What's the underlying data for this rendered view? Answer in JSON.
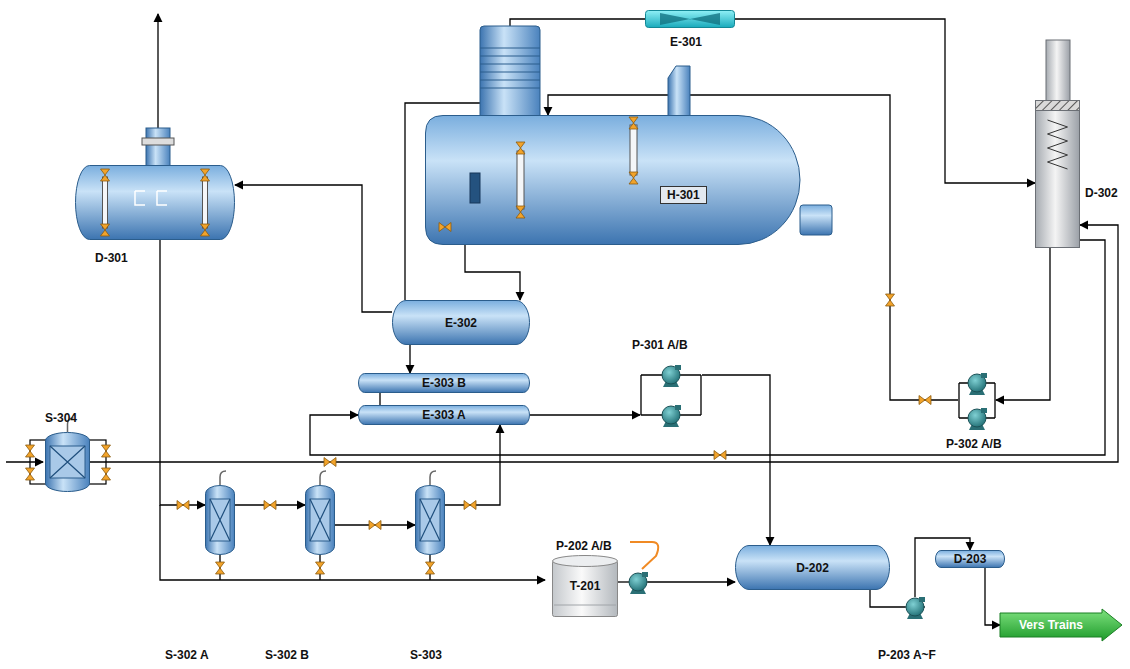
{
  "diagram": {
    "nodes": [
      {
        "text": [
          "D-301"
        ]
      },
      {
        "text": [
          "H-301"
        ]
      },
      {
        "text": [
          "E-301"
        ]
      },
      {
        "text": [
          "D-302"
        ]
      },
      {
        "text": [
          "E-302"
        ]
      },
      {
        "text": [
          "E-303 B"
        ]
      },
      {
        "text": [
          "E-303 A"
        ]
      },
      {
        "text": [
          "P-301 A/B"
        ]
      },
      {
        "text": [
          "P-302 A/B"
        ]
      },
      {
        "text": [
          "S-304"
        ]
      },
      {
        "text": [
          "S-302 A"
        ]
      },
      {
        "text": [
          "S-302 B"
        ]
      },
      {
        "text": [
          "S-303"
        ]
      },
      {
        "text": [
          "T-201"
        ]
      },
      {
        "text": [
          "P-202 A/B"
        ]
      },
      {
        "text": [
          "D-202"
        ]
      },
      {
        "text": [
          "P-203 A~F"
        ]
      },
      {
        "text": [
          "D-203"
        ]
      },
      {
        "text": [
          "Vers Trains"
        ]
      }
    ],
    "edges": [
      {
        "from": 1,
        "to": 2,
        "arrow": "none"
      },
      {
        "from": 2,
        "to": 3,
        "arrow": "to"
      },
      {
        "from": 3,
        "to": 8,
        "arrow": "to"
      },
      {
        "from": 8,
        "to": 1,
        "arrow": "to"
      },
      {
        "from": 1,
        "to": 4,
        "arrow": "to"
      },
      {
        "from": 4,
        "to": 0,
        "arrow": "to"
      },
      {
        "from": 4,
        "to": 1,
        "arrow": "none"
      },
      {
        "from": 0,
        "to": 10,
        "arrow": "to"
      },
      {
        "from": 10,
        "to": 11,
        "arrow": "to"
      },
      {
        "from": 11,
        "to": 12,
        "arrow": "to"
      },
      {
        "from": 12,
        "to": 6,
        "arrow": "to"
      },
      {
        "from": 6,
        "to": 7,
        "arrow": "to"
      },
      {
        "from": 9,
        "to": 3,
        "arrow": "to"
      },
      {
        "from": 3,
        "to": 6,
        "arrow": "to"
      },
      {
        "from": 4,
        "to": 5,
        "arrow": "to"
      },
      {
        "from": 5,
        "to": 6,
        "arrow": "none"
      },
      {
        "from": 7,
        "to": 15,
        "arrow": "to"
      },
      {
        "from": 13,
        "to": 14,
        "arrow": "none"
      },
      {
        "from": 14,
        "to": 15,
        "arrow": "to"
      },
      {
        "from": 15,
        "to": 16,
        "arrow": "none"
      },
      {
        "from": 16,
        "to": 17,
        "arrow": "to"
      },
      {
        "from": 17,
        "to": 18,
        "arrow": "to"
      }
    ]
  }
}
